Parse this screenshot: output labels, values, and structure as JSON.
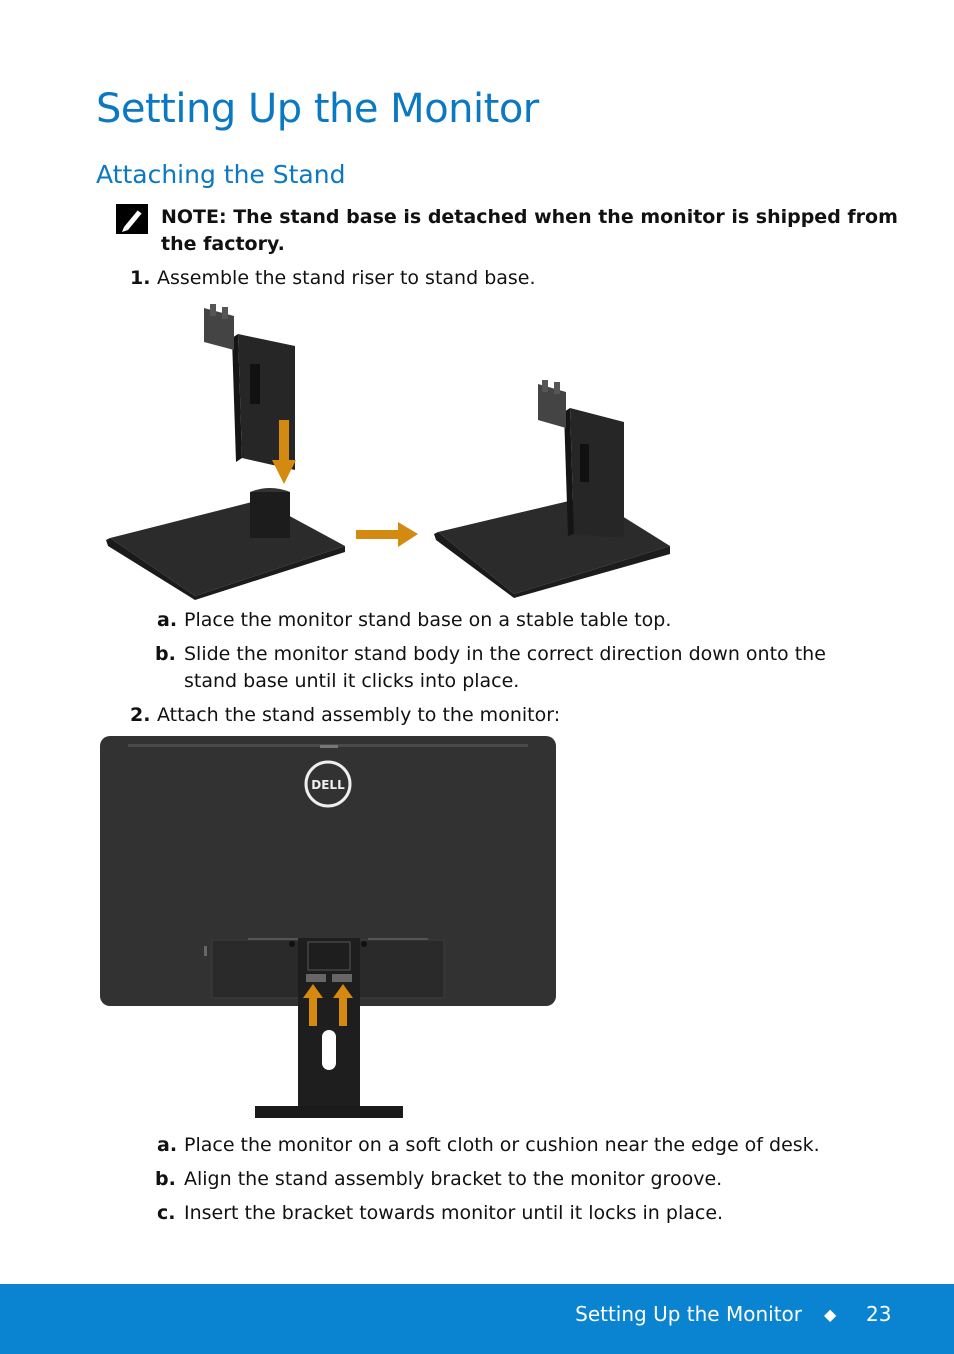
{
  "title": "Setting Up the Monitor",
  "section": "Attaching the Stand",
  "note": "NOTE: The stand base is detached when the monitor is shipped from the factory.",
  "steps": [
    {
      "num": "1.",
      "text": "Assemble the stand riser to stand base.",
      "sub": [
        {
          "num": "a.",
          "text": "Place the monitor stand base on a stable table top."
        },
        {
          "num": "b.",
          "text": "Slide the monitor stand body in the correct direction down onto the",
          "text2": "stand base until it clicks into place."
        }
      ]
    },
    {
      "num": "2.",
      "text": "Attach the stand assembly to the monitor:",
      "sub": [
        {
          "num": "a.",
          "text": "Place the monitor on a soft cloth or cushion near the edge of desk."
        },
        {
          "num": "b.",
          "text": "Align the stand assembly bracket to the monitor groove."
        },
        {
          "num": "c.",
          "text": "Insert the bracket towards monitor until it locks in place."
        }
      ]
    }
  ],
  "logo_text": "DELL",
  "footer": {
    "section": "Setting Up the Monitor",
    "separator": "◆",
    "page": "23"
  },
  "colors": {
    "heading": "#0a78c3",
    "footer_bg": "#0a84d0",
    "arrow": "#d48a10",
    "stand": "#2b2b2b"
  },
  "icons": [
    "note-pencil-icon",
    "arrow-down-icon",
    "arrow-right-icon",
    "arrow-up-icon"
  ]
}
